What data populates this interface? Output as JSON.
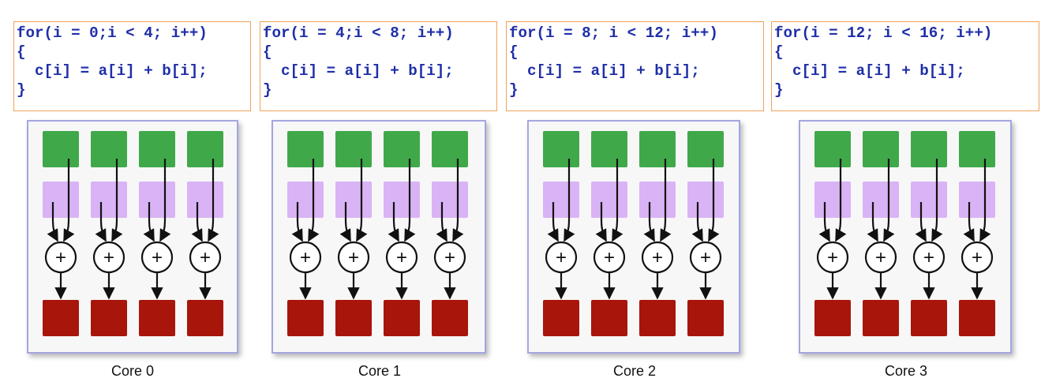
{
  "code_blocks": [
    {
      "line1": "for(i = 0;i < 4; i++)",
      "line2": "{",
      "line3": "  c[i] = a[i] + b[i];",
      "line4": "}"
    },
    {
      "line1": "for(i = 4;i < 8; i++)",
      "line2": "{",
      "line3": "  c[i] = a[i] + b[i];",
      "line4": "}"
    },
    {
      "line1": "for(i = 8; i < 12; i++)",
      "line2": "{",
      "line3": "  c[i] = a[i] + b[i];",
      "line4": "}"
    },
    {
      "line1": "for(i = 12; i < 16; i++)",
      "line2": "{",
      "line3": "  c[i] = a[i] + b[i];",
      "line4": "}"
    }
  ],
  "cores": [
    {
      "label": "Core 0",
      "lanes": 4
    },
    {
      "label": "Core 1",
      "lanes": 4
    },
    {
      "label": "Core 2",
      "lanes": 4
    },
    {
      "label": "Core 3",
      "lanes": 4
    }
  ],
  "operator_symbol": "+",
  "colors": {
    "code_text": "#1f2ea8",
    "code_border": "#f0a25a",
    "panel_border": "#a3a6e0",
    "input_a": "#3fa94a",
    "input_b": "#d9b3f5",
    "output": "#a8150b",
    "arrow": "#111111"
  }
}
